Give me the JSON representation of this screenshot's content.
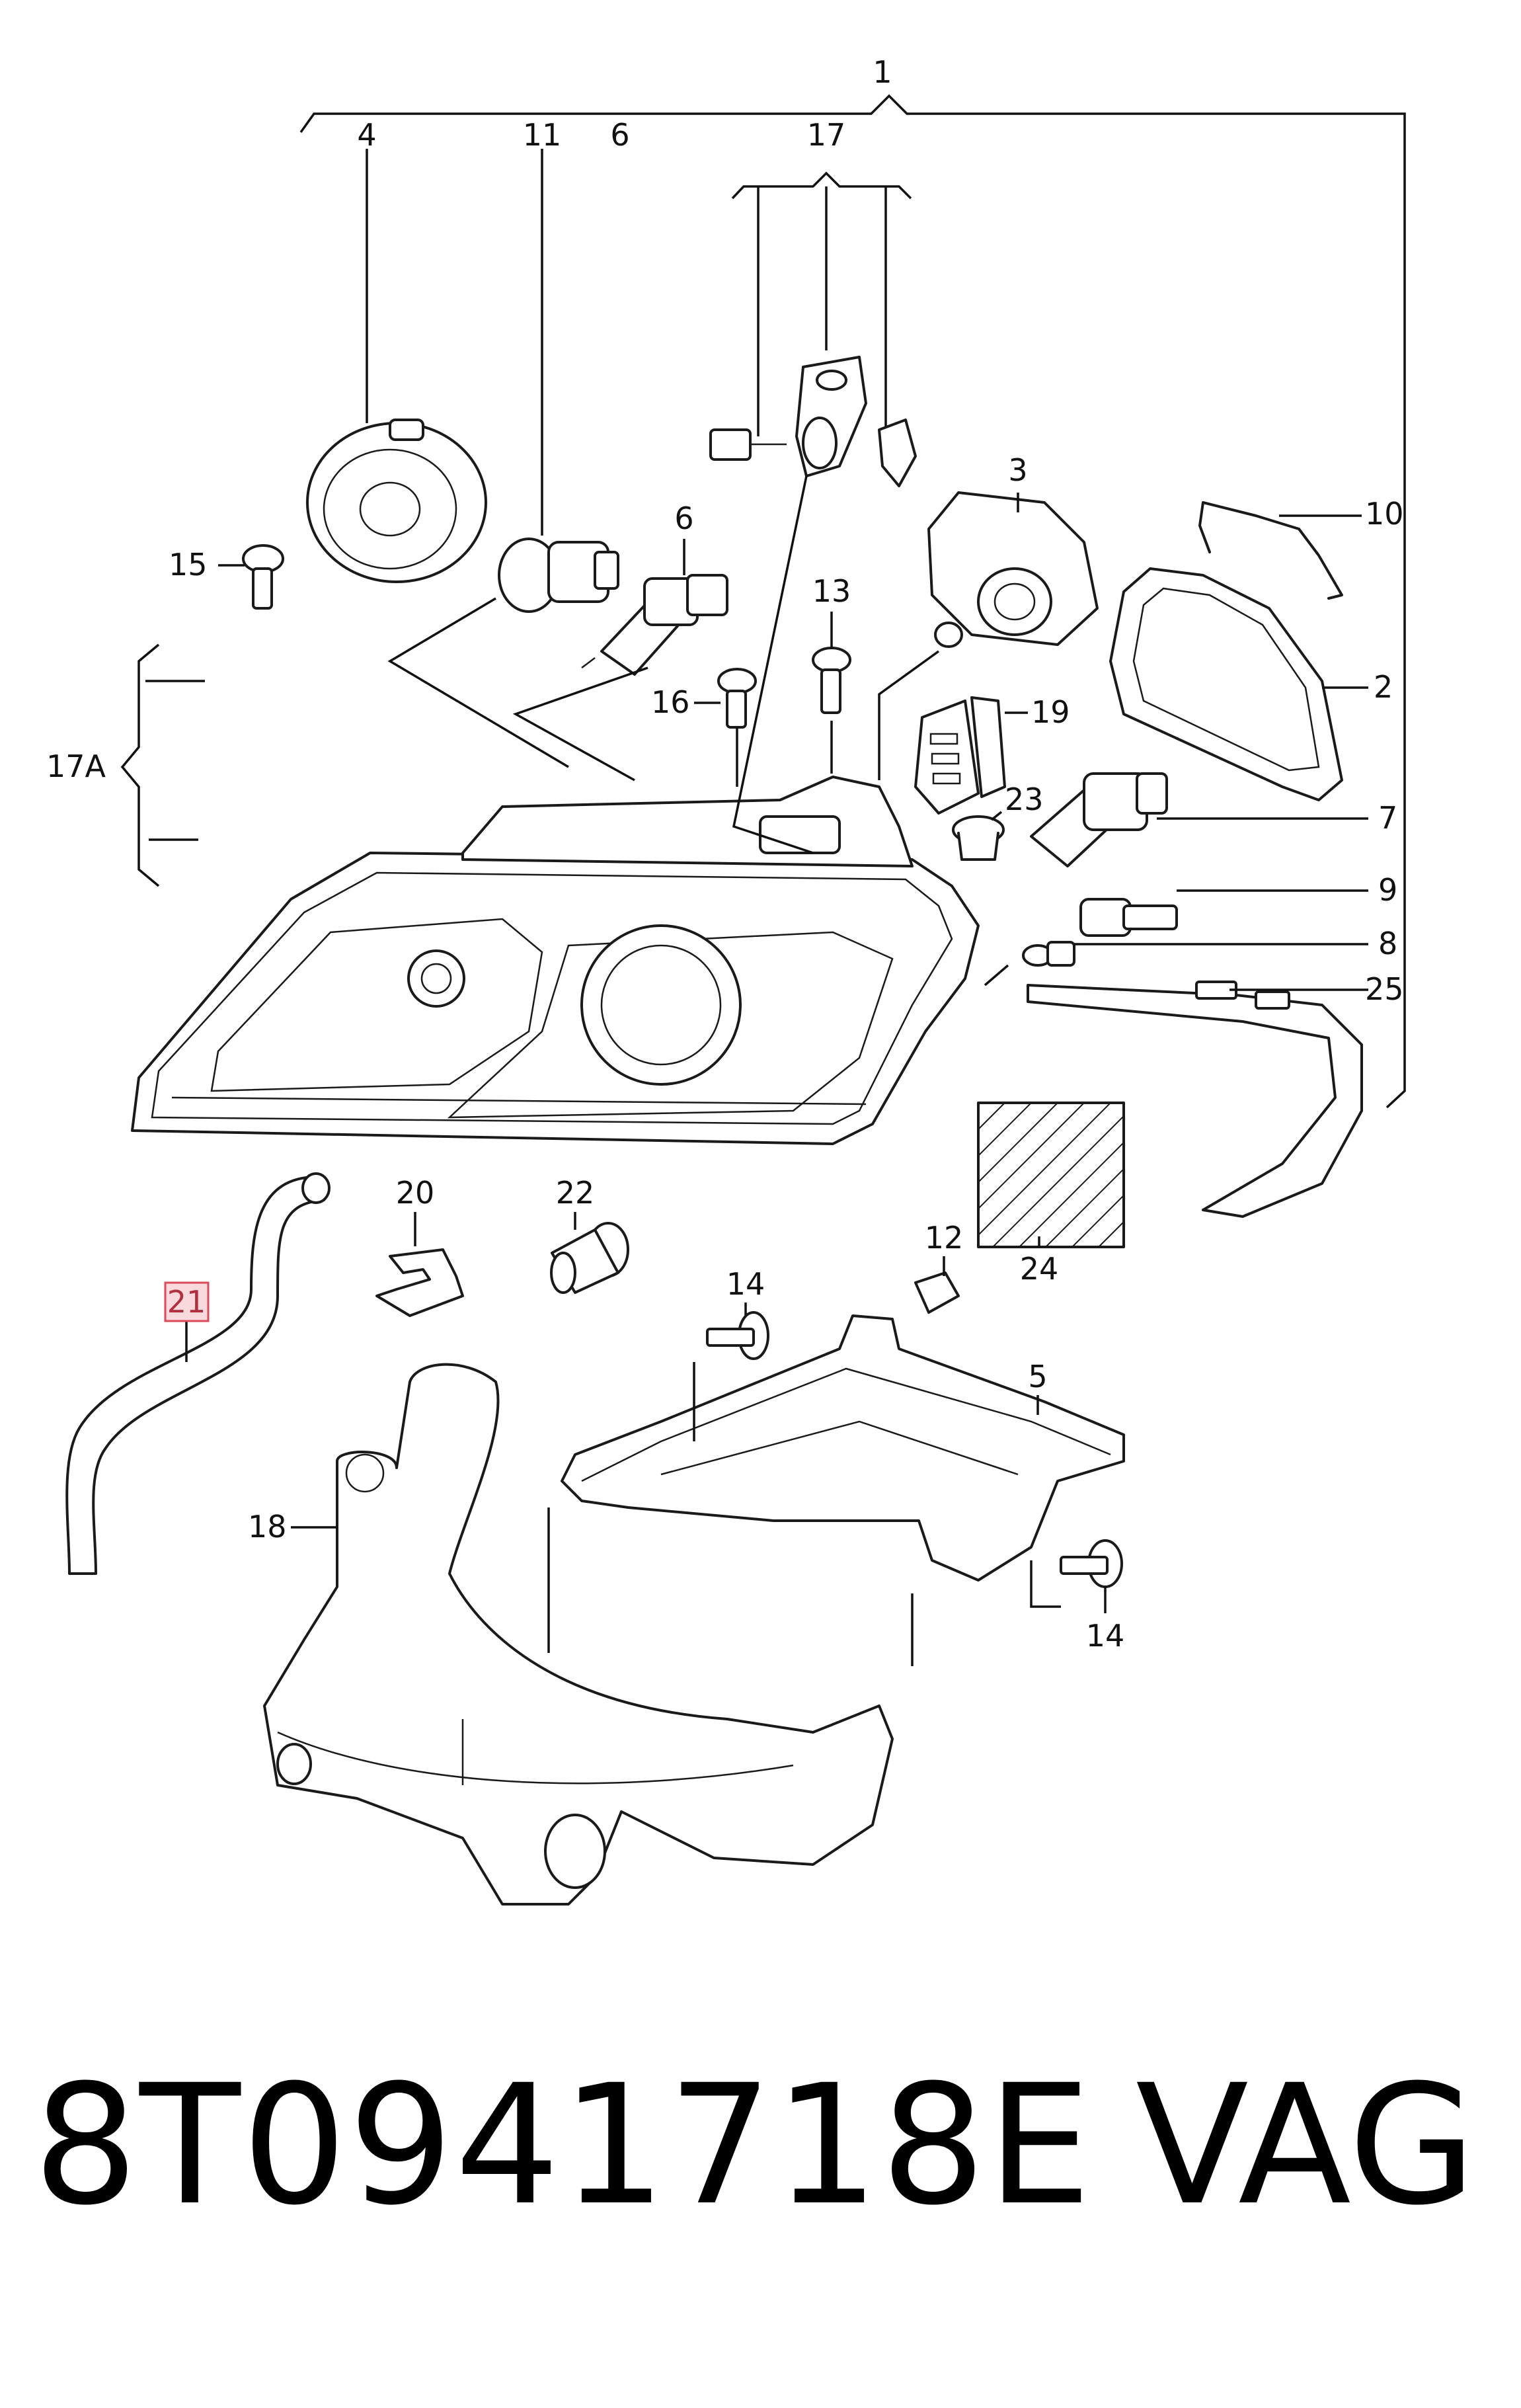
{
  "diagram": {
    "callouts": {
      "c1": "1",
      "c2": "2",
      "c3": "3",
      "c4": "4",
      "c5": "5",
      "c6a": "6",
      "c6b": "6",
      "c7": "7",
      "c8": "8",
      "c9": "9",
      "c10": "10",
      "c11": "11",
      "c12": "12",
      "c13": "13",
      "c14a": "14",
      "c14b": "14",
      "c15": "15",
      "c16": "16",
      "c17": "17",
      "c17a": "17A",
      "c18": "18",
      "c19": "19",
      "c20": "20",
      "c21": "21",
      "c22": "22",
      "c23": "23",
      "c24": "24",
      "c25": "25"
    },
    "highlighted_callout": "21",
    "highlight_color": "#f9d9dc"
  },
  "footer": {
    "part_number": "8T0941718E",
    "brand": "VAG"
  }
}
